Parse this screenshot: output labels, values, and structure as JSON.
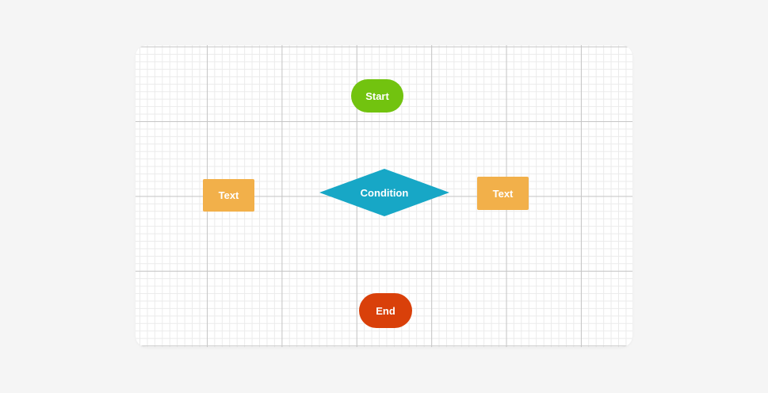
{
  "app": {
    "page_background": "#f5f5f5"
  },
  "canvas": {
    "background": "#ffffff",
    "grid_minor_color": "#ebebeb",
    "grid_major_color": "#c6c6c6"
  },
  "nodes": {
    "start": {
      "label": "Start",
      "shape": "pill",
      "color": "#72c30f",
      "text_color": "#ffffff"
    },
    "condition": {
      "label": "Condition",
      "shape": "diamond",
      "color": "#17a7c6",
      "text_color": "#ffffff"
    },
    "text_left": {
      "label": "Text",
      "shape": "rect",
      "color": "#f2b04a",
      "text_color": "#ffffff"
    },
    "text_right": {
      "label": "Text",
      "shape": "rect",
      "color": "#f2b04a",
      "text_color": "#ffffff"
    },
    "end": {
      "label": "End",
      "shape": "pill",
      "color": "#d9400a",
      "text_color": "#ffffff"
    }
  }
}
